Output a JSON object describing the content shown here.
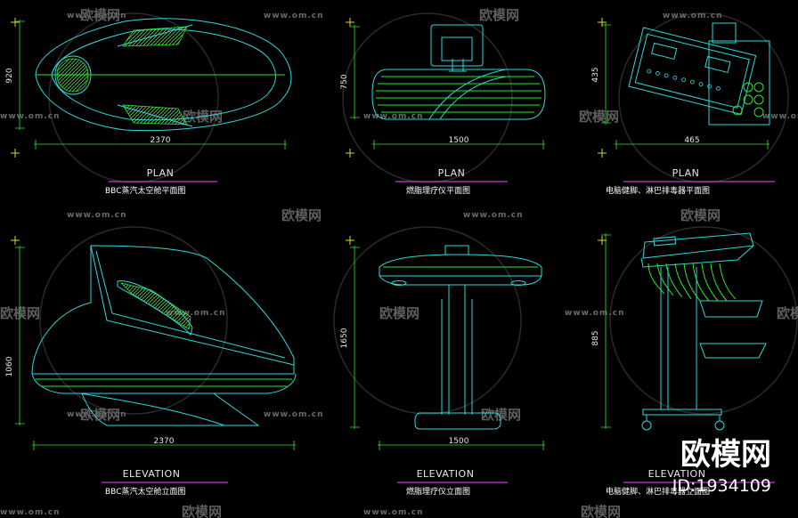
{
  "watermarks": {
    "url": "www.om.cn",
    "cn": "欧模网"
  },
  "brand": {
    "name": "欧模网",
    "id_text": "ID:1934109"
  },
  "drawings": {
    "top_left": {
      "view": "PLAN",
      "caption": "BBC蒸汽太空舱平面图",
      "width_dim": "2370",
      "height_dim": "920"
    },
    "top_mid": {
      "view": "PLAN",
      "caption": "燃脂理疗仪平面图",
      "width_dim": "1500",
      "height_dim": "750"
    },
    "top_right": {
      "view": "PLAN",
      "caption": "电脑健脚、淋巴排毒器平面图",
      "width_dim": "465",
      "height_dim": "435"
    },
    "bot_left": {
      "view": "ELEVATION",
      "caption": "BBC蒸汽太空舱立面图",
      "width_dim": "2370",
      "height_dim": "1060"
    },
    "bot_mid": {
      "view": "ELEVATION",
      "caption": "燃脂理疗仪立面图",
      "width_dim": "1500",
      "height_dim": "1650"
    },
    "bot_right": {
      "view": "ELEVATION",
      "caption": "电脑健脚、淋巴排毒器立面图",
      "width_dim": "",
      "height_dim": "885"
    }
  },
  "colors": {
    "background": "#000000",
    "outline": "#2dd8d8",
    "detail": "#2be62b",
    "underline": "#c03bd0",
    "text": "#e6e6e6"
  }
}
